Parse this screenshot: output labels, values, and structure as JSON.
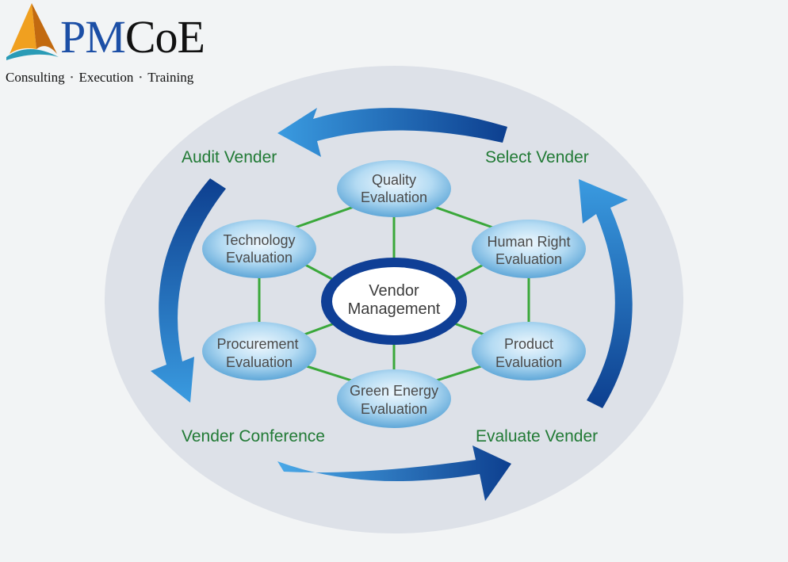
{
  "logo": {
    "brand_pm": "PM",
    "brand_coe": "CoE",
    "tagline": [
      "Consulting",
      "Execution",
      "Training"
    ],
    "tagline_separator": "•",
    "colors": {
      "blue": "#1c4fa6",
      "orange": "#f0a020",
      "teal": "#2a9bb6"
    }
  },
  "cycle_steps": [
    {
      "id": "audit",
      "label": "Audit Vender"
    },
    {
      "id": "select",
      "label": "Select Vender"
    },
    {
      "id": "evaluate",
      "label": "Evaluate Vender"
    },
    {
      "id": "conference",
      "label": "Vender Conference"
    }
  ],
  "center": {
    "line1": "Vendor",
    "line2": "Management"
  },
  "nodes": [
    {
      "id": "quality",
      "line1": "Quality",
      "line2": "Evaluation"
    },
    {
      "id": "human-right",
      "line1": "Human Right",
      "line2": "Evaluation"
    },
    {
      "id": "product",
      "line1": "Product",
      "line2": "Evaluation"
    },
    {
      "id": "green-energy",
      "line1": "Green Energy",
      "line2": "Evaluation"
    },
    {
      "id": "procurement",
      "line1": "Procurement",
      "line2": "Evaluation"
    },
    {
      "id": "technology",
      "line1": "Technology",
      "line2": "Evaluation"
    }
  ],
  "colors": {
    "label_green": "#217a35",
    "connector_green": "#3aa83a",
    "arrow_dark": "#0d3f8f",
    "arrow_light": "#4aa9e8",
    "oval_bg": "#dde1e8"
  }
}
